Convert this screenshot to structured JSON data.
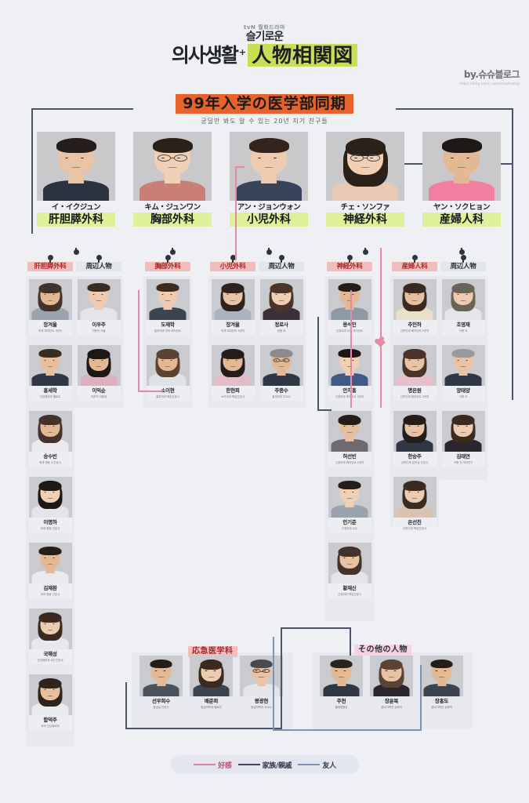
{
  "header": {
    "network_logo": "tvN 월화드라마",
    "title_small": "슬기로운",
    "title_big": "의사생활",
    "title_plus": "+",
    "title_highlight": "人物相関図",
    "credit": "by.슈슈블로그",
    "credit_url": "https://blog.naver.com/shushublog"
  },
  "banner": {
    "label": "99年入学の医学部同期",
    "sub": "궁딜만 봐도 알 수 있는 20년 지기 친구들"
  },
  "main_characters": [
    {
      "name": "イ・イクジュン",
      "dept": "肝胆膵外科",
      "accent": "#dff09a"
    },
    {
      "name": "キム・ジュンワン",
      "dept": "胸部外科",
      "accent": "#dff09a"
    },
    {
      "name": "アン・ジョンウォン",
      "dept": "小児外科",
      "accent": "#dff09a"
    },
    {
      "name": "チェ・ソンファ",
      "dept": "神経外科",
      "accent": "#dff09a"
    },
    {
      "name": "ヤン・ソクヒョン",
      "dept": "産婦人科",
      "accent": "#dff09a"
    }
  ],
  "group_headers": [
    {
      "label": "肝胆膵外科",
      "kind": "red"
    },
    {
      "label": "周辺人物",
      "kind": "plain"
    },
    {
      "label": "胸部外科",
      "kind": "red"
    },
    {
      "label": "小児外科",
      "kind": "red"
    },
    {
      "label": "周辺人物",
      "kind": "plain"
    },
    {
      "label": "神経外科",
      "kind": "red"
    },
    {
      "label": "産婦人科",
      "kind": "red"
    },
    {
      "label": "周辺人物",
      "kind": "plain"
    }
  ],
  "columns": {
    "hepatobiliary": [
      {
        "name": "장겨울",
        "role": "외과 레지던트 3년차"
      },
      {
        "name": "홍세학",
        "role": "간담췌외과 펠로우"
      },
      {
        "name": "송수빈",
        "role": "회과 병동 수간호사"
      },
      {
        "name": "이명하",
        "role": "외과 병동 간호사"
      },
      {
        "name": "김재환",
        "role": "외과 병동 간호사"
      },
      {
        "name": "국해성",
        "role": "간담췌외과 4년 간호사"
      },
      {
        "name": "함덕주",
        "role": "외과 간담췌외과"
      }
    ],
    "hepatobiliary_side": [
      {
        "name": "이우주",
        "role": "익준의 아들"
      },
      {
        "name": "이익순",
        "role": "익준의 여동생"
      }
    ],
    "thoracic": [
      {
        "name": "도재학",
        "role": "흉부외과 치프 레지던트"
      },
      {
        "name": "소이현",
        "role": "흉부외과 책임간호사"
      }
    ],
    "pediatric": [
      {
        "name": "장겨울",
        "role": "외과 레지던트 3년차"
      },
      {
        "name": "한현희",
        "role": "소아외과 책임간호사"
      }
    ],
    "pediatric_side": [
      {
        "name": "정로사",
        "role": "정원 모"
      },
      {
        "name": "주종수",
        "role": "흉부외과 부교수"
      }
    ],
    "neuro": [
      {
        "name": "용석민",
        "role": "신경외과 치프 레지던트"
      },
      {
        "name": "안치홍",
        "role": "신경외과 레지던트 3년차"
      },
      {
        "name": "허선빈",
        "role": "신경외과 레지던트 2년차"
      },
      {
        "name": "민기준",
        "role": "신경외과 교수"
      },
      {
        "name": "황재신",
        "role": "신경외과 책임간호사"
      }
    ],
    "obgyn": [
      {
        "name": "추민하",
        "role": "산부인과 레지던트 2년차"
      },
      {
        "name": "명은원",
        "role": "산부인과 레지던트 2년차"
      },
      {
        "name": "한승주",
        "role": "산부인과 분만실 간호사"
      },
      {
        "name": "은선진",
        "role": "산부인과 책임간호사"
      }
    ],
    "obgyn_side": [
      {
        "name": "조영재",
        "role": "석형 모"
      },
      {
        "name": "양태양",
        "role": "석형 모"
      },
      {
        "name": "김태연",
        "role": "석형 전 여자친구"
      }
    ]
  },
  "bottom_groups": [
    {
      "label": "応急医学科",
      "kind": "red",
      "people": [
        {
          "name": "선우희수",
          "role": "응급실 간호사"
        },
        {
          "name": "배준희",
          "role": "응급의학과 펠로우"
        },
        {
          "name": "봉광현",
          "role": "응급의학과 조교수"
        }
      ]
    },
    {
      "label": "その他の人物",
      "kind": "pink",
      "people": [
        {
          "name": "주천",
          "role": "율제병원장"
        },
        {
          "name": "장윤복",
          "role": "음대 3학년 송화댁"
        },
        {
          "name": "장홍도",
          "role": "음대 3학년 송화댁"
        }
      ]
    }
  ],
  "legend": [
    {
      "label": "好感",
      "color": "#e07f9e"
    },
    {
      "label": "家族/親戚",
      "color": "#3d4758"
    },
    {
      "label": "友人",
      "color": "#7d93b5"
    }
  ]
}
